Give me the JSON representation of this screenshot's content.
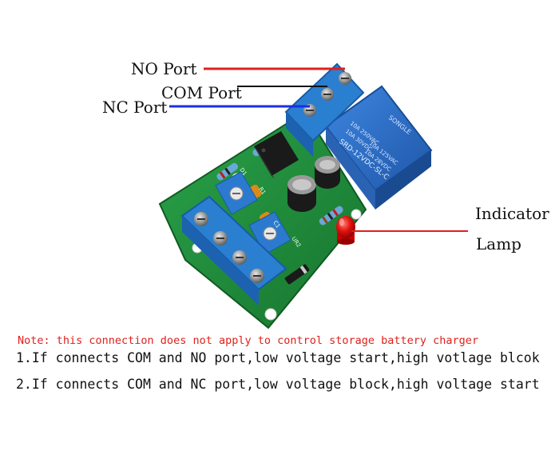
{
  "labels": {
    "no_port": "NO Port",
    "com_port": "COM Port",
    "nc_port": "NC Port",
    "indicator": "Indicator",
    "lamp": "Lamp"
  },
  "relay": {
    "brand": "SONGLE",
    "specs": [
      "10A 250VAC",
      "10A 30VDC",
      "10A 125VAC",
      "10A 28VDC"
    ],
    "model": "SRD-12VDC-SL-C"
  },
  "board": {
    "silkscreen": [
      "D1",
      "UR2",
      "R1",
      "C1"
    ]
  },
  "note": "Note: this connection does not apply to control storage battery charger",
  "instructions": [
    "1.If connects COM and NO port,low voltage start,high votlage blcok",
    "2.If connects COM and NC port,low voltage block,high voltage start"
  ],
  "colors": {
    "pcb": "#1f8f3a",
    "terminal": "#2b7fd0",
    "relay": "#2f6fc4",
    "no_line": "#e0201a",
    "com_line": "#111111",
    "nc_line": "#1a2fe6",
    "lamp_line": "#e0201a",
    "note_text": "#e0201a"
  }
}
